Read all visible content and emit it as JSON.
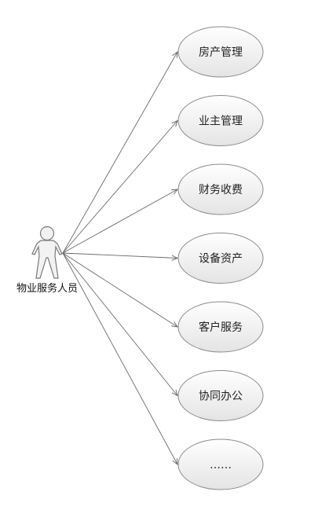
{
  "actor": {
    "label": "物业服务人员"
  },
  "use_cases": [
    {
      "label": "房产管理"
    },
    {
      "label": "业主管理"
    },
    {
      "label": "财务收费"
    },
    {
      "label": "设备资产"
    },
    {
      "label": "客户服务"
    },
    {
      "label": "协同办公"
    },
    {
      "label": "……"
    }
  ],
  "colors": {
    "ellipse_stroke": "#8a8a8a",
    "line": "#6b6b6b",
    "ellipse_fill_top": "#ffffff",
    "ellipse_fill_bottom": "#e6e6e6"
  }
}
